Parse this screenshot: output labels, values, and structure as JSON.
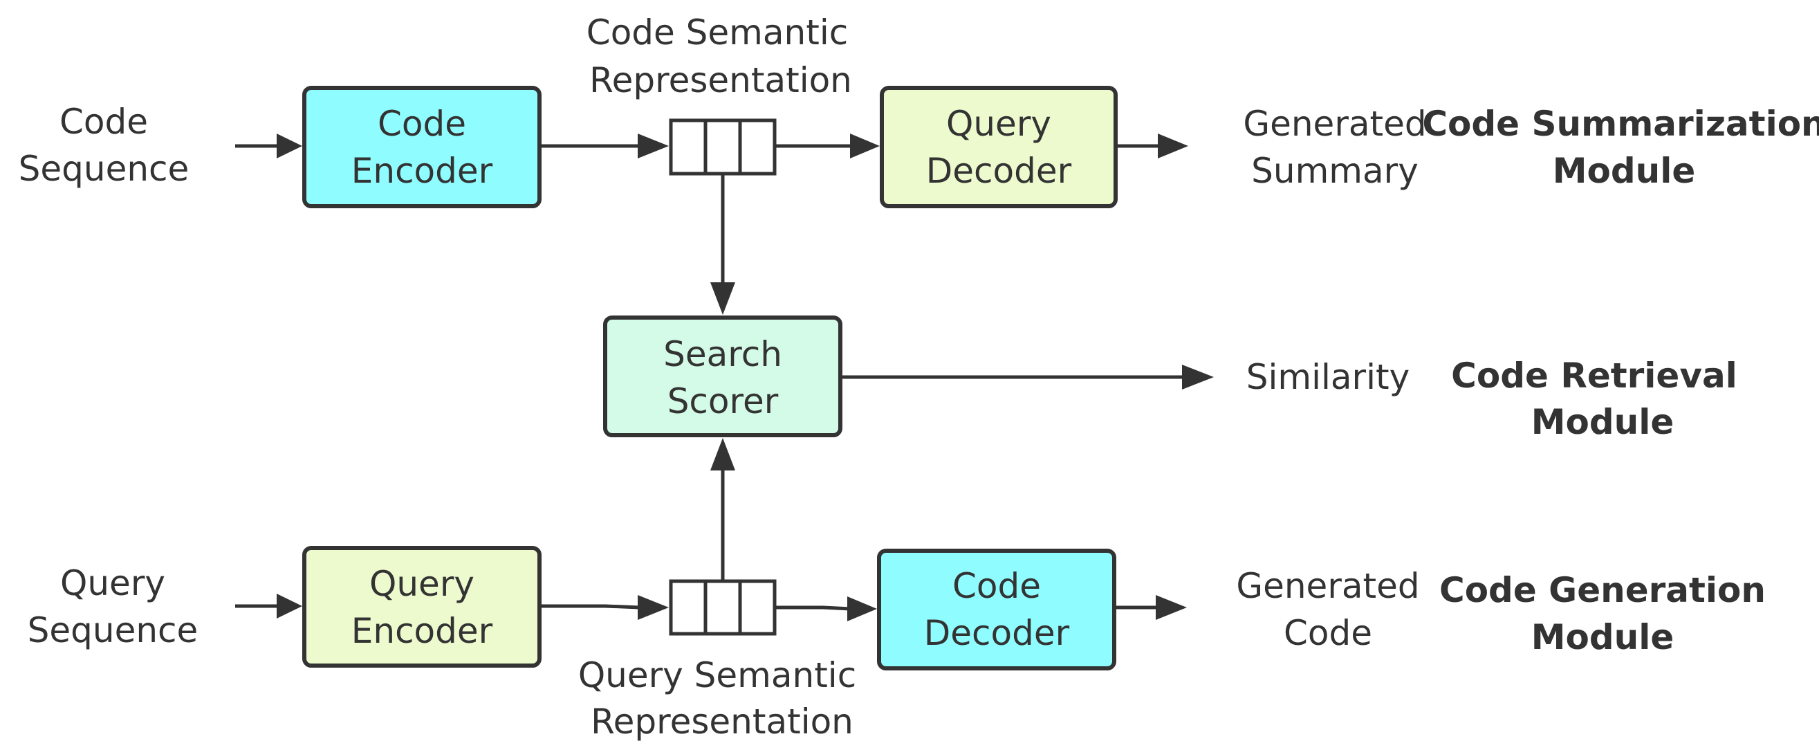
{
  "colors": {
    "encoder_code": "#8ffcff",
    "decoder_query": "#ecfacd",
    "scorer": "#d4fbe8",
    "stroke": "#333333",
    "text": "#333333"
  },
  "top": {
    "input_line1": "Code",
    "input_line2": "Sequence",
    "encoder_line1": "Code",
    "encoder_line2": "Encoder",
    "rep_line1": "Code Semantic",
    "rep_line2": "Representation",
    "decoder_line1": "Query",
    "decoder_line2": "Decoder",
    "output_line1": "Generated",
    "output_line2": "Summary",
    "module_line1": "Code Summarization",
    "module_line2": "Module"
  },
  "middle": {
    "scorer_line1": "Search",
    "scorer_line2": "Scorer",
    "output": "Similarity",
    "module_line1": "Code Retrieval",
    "module_line2": "Module"
  },
  "bottom": {
    "input_line1": "Query",
    "input_line2": "Sequence",
    "encoder_line1": "Query",
    "encoder_line2": "Encoder",
    "rep_line1": "Query Semantic",
    "rep_line2": "Representation",
    "decoder_line1": "Code",
    "decoder_line2": "Decoder",
    "output_line1": "Generated",
    "output_line2": "Code",
    "module_line1": "Code Generation",
    "module_line2": "Module"
  }
}
